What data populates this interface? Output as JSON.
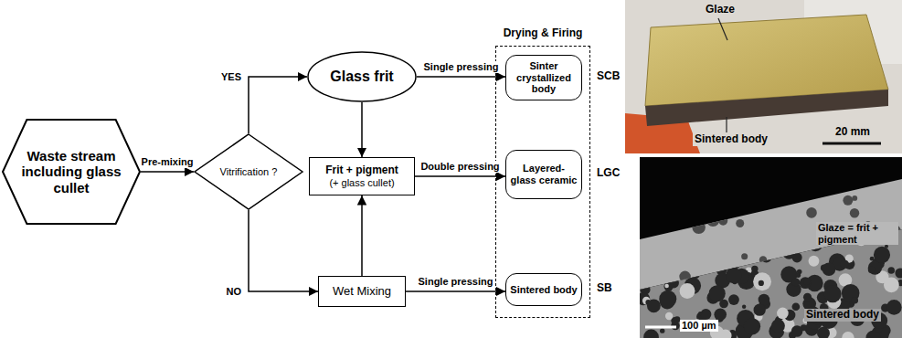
{
  "diagram": {
    "nodes": [
      {
        "text": [
          "Waste stream including glass cullet"
        ]
      },
      {
        "text": [
          "Vitrification ?"
        ]
      },
      {
        "text": [
          "Glass frit"
        ]
      },
      {
        "text": [
          "Frit + pigment",
          "(+ glass cullet)"
        ]
      },
      {
        "text": [
          "Wet Mixing"
        ]
      },
      {
        "text": [
          "Drying & Firing"
        ]
      },
      {
        "text": [
          "Sinter crystallized body"
        ],
        "in": 5
      },
      {
        "text": [
          "Layered- glass ceramic"
        ],
        "in": 5
      },
      {
        "text": [
          "Sintered body"
        ],
        "in": 5
      }
    ],
    "edges": [
      {
        "from": 0,
        "to": 1,
        "label": "Pre-mixing",
        "arrow": "to"
      },
      {
        "from": 1,
        "to": 2,
        "label": "YES",
        "arrow": "to"
      },
      {
        "from": 1,
        "to": 4,
        "label": "NO",
        "arrow": "to"
      },
      {
        "from": 2,
        "to": 6,
        "label": "Single pressing",
        "arrow": "to"
      },
      {
        "from": 2,
        "to": 3,
        "arrow": "to"
      },
      {
        "from": 4,
        "to": 3,
        "arrow": "to"
      },
      {
        "from": 3,
        "to": 7,
        "label": "Double pressing",
        "arrow": "to"
      },
      {
        "from": 4,
        "to": 8,
        "label": "Single pressing",
        "arrow": "to"
      }
    ],
    "labels": [
      "SCB",
      "LGC",
      "SB",
      "Glaze",
      "Sintered body",
      "20 mm",
      "Glaze = frit + pigment",
      "Sintered body",
      "100 µm"
    ]
  }
}
